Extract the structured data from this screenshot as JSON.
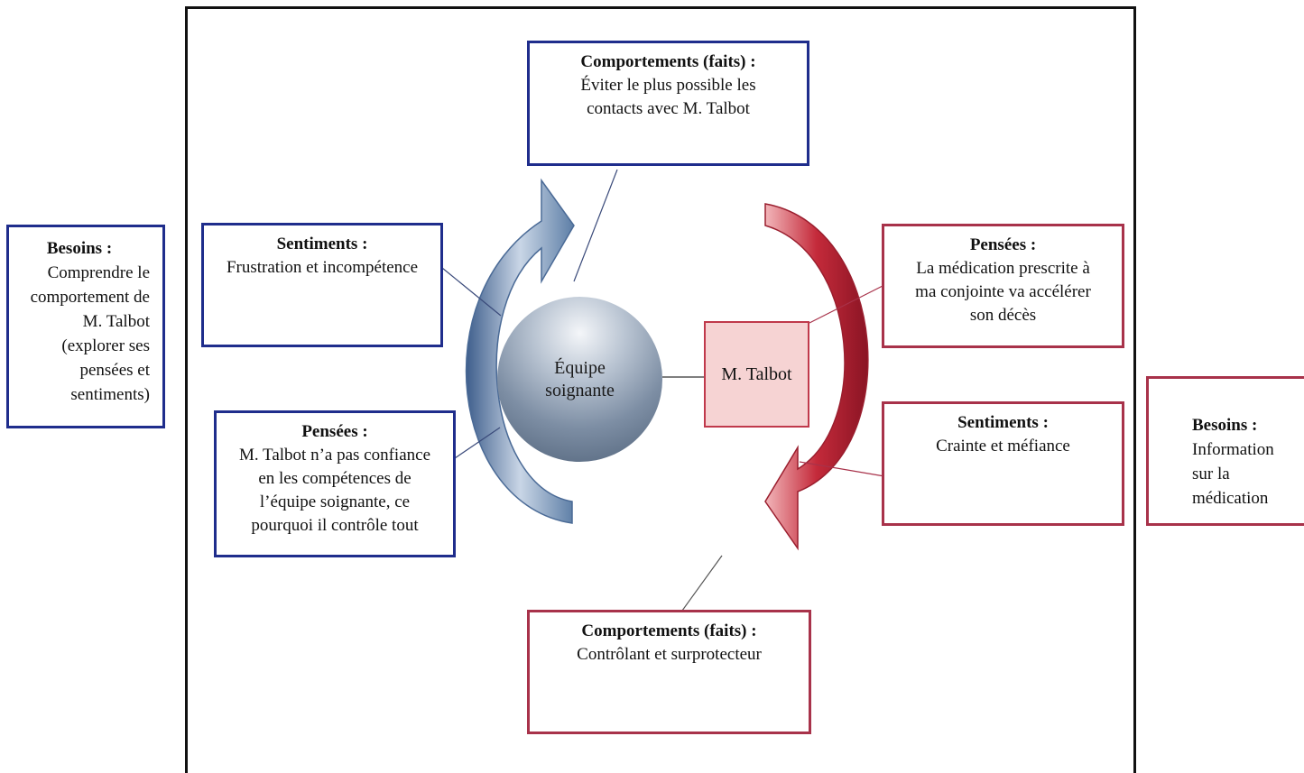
{
  "left_needs": {
    "title": "Besoins :",
    "body": "Comprendre le\ncomportement de\nM. Talbot\n(explorer ses\npensées et\nsentiments)"
  },
  "right_needs": {
    "title": "Besoins :",
    "body": "Information\nsur la\nmédication"
  },
  "team_behaviour": {
    "title": "Comportements (faits) :",
    "body": "Éviter le plus possible les\ncontacts avec M. Talbot"
  },
  "team_feelings": {
    "title": "Sentiments :",
    "body": "Frustration et incompétence"
  },
  "team_thoughts": {
    "title": "Pensées :",
    "body": "M. Talbot n’a pas confiance\nen les compétences de\nl’équipe soignante, ce\npourquoi il contrôle tout"
  },
  "talbot_thoughts": {
    "title": "Pensées :",
    "body": "La médication prescrite à\nma conjointe va accélérer\nson décès"
  },
  "talbot_feelings": {
    "title": "Sentiments :",
    "body": "Crainte et méfiance"
  },
  "talbot_behaviour": {
    "title": "Comportements (faits) :",
    "body": "Contrôlant et surprotecteur"
  },
  "team_node": {
    "label": "Équipe\nsoignante"
  },
  "talbot_node": {
    "label": "M. Talbot"
  },
  "colors": {
    "team_border": "#1f2d8c",
    "talbot_border": "#a8324a",
    "team_arrow": "#6f8fb5",
    "talbot_arrow": "#c0283a"
  }
}
